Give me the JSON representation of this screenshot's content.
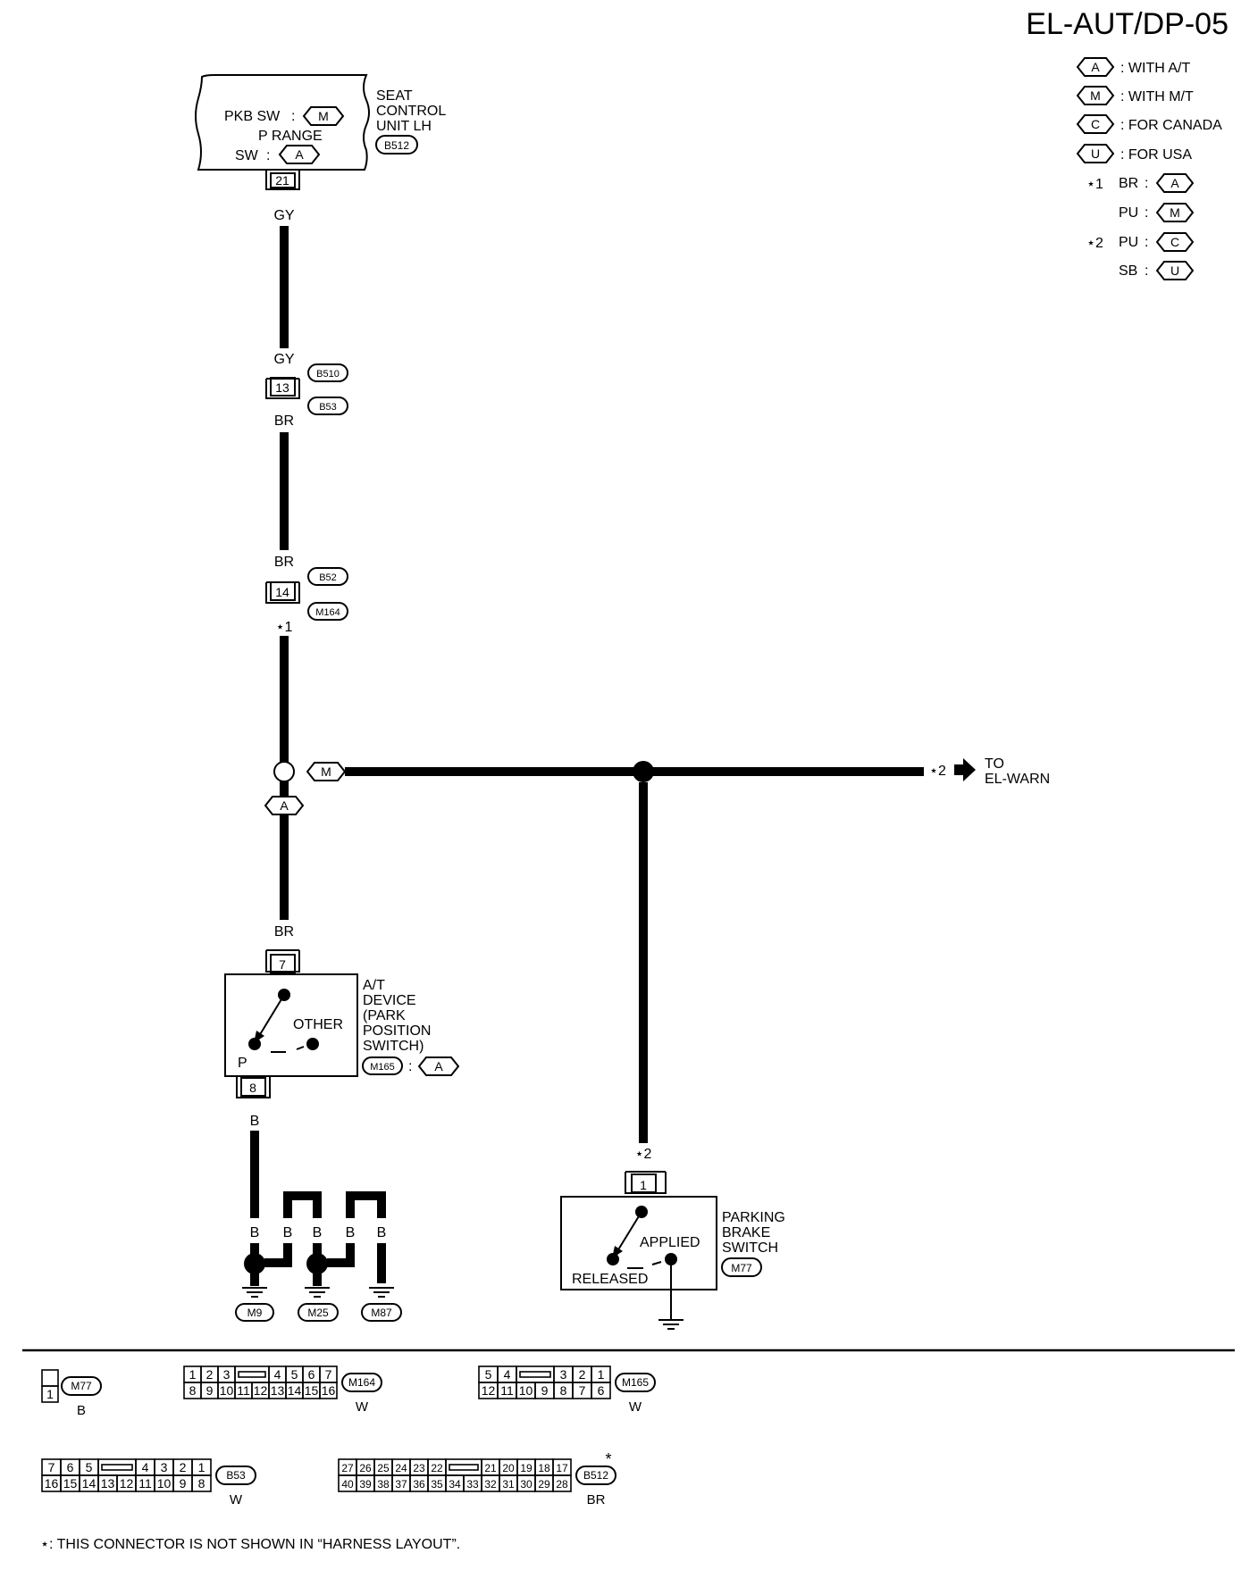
{
  "title": "EL-AUT/DP-05",
  "legend": [
    {
      "code": "A",
      "text": ": WITH A/T"
    },
    {
      "code": "M",
      "text": ": WITH M/T"
    },
    {
      "code": "C",
      "text": ": FOR CANADA"
    },
    {
      "code": "U",
      "text": ": FOR USA"
    }
  ],
  "star_notes": [
    {
      "star": "⋆1",
      "color": "BR",
      "code": "A"
    },
    {
      "star": "",
      "color": "PU",
      "code": "M"
    },
    {
      "star": "⋆2",
      "color": "PU",
      "code": "C"
    },
    {
      "star": "",
      "color": "SB",
      "code": "U"
    }
  ],
  "seat_unit": {
    "pkb_label": "PKB SW",
    "pkb_code": "M",
    "prange_label": "P RANGE",
    "sw_label": "SW",
    "sw_code": "A",
    "name_lines": [
      "SEAT",
      "CONTROL",
      "UNIT LH"
    ],
    "connector": "B512",
    "pin": "21"
  },
  "wire_colors": {
    "gy_top": "GY",
    "gy_bottom": "GY",
    "br_1": "BR",
    "br_2": "BR",
    "br_3": "BR",
    "b_top": "B",
    "b_ground": [
      "B",
      "B",
      "B",
      "B",
      "B"
    ]
  },
  "junction_1": {
    "pin": "13",
    "connectors": [
      "B510",
      "B53"
    ]
  },
  "junction_2": {
    "pin": "14",
    "connectors": [
      "B52",
      "M164"
    ]
  },
  "star1_label": "⋆1",
  "star2_label": "⋆2",
  "star2_bottom": "⋆2",
  "branch_m_code": "M",
  "branch_a_code": "A",
  "to_label": [
    "TO",
    "EL-WARN"
  ],
  "at_device": {
    "pin_top": "7",
    "pin_bottom": "8",
    "other_label": "OTHER",
    "p_label": "P",
    "name_lines": [
      "A/T",
      "DEVICE",
      "(PARK",
      "POSITION",
      "SWITCH)"
    ],
    "connector": "M165",
    "code": "A"
  },
  "grounds": [
    "M9",
    "M25",
    "M87"
  ],
  "parking_switch": {
    "pin": "1",
    "applied_label": "APPLIED",
    "released_label": "RELEASED",
    "name_lines": [
      "PARKING",
      "BRAKE",
      "SWITCH"
    ],
    "connector": "M77"
  },
  "connectors": {
    "m77": {
      "name": "M77",
      "color": "B",
      "pins": [
        "1"
      ]
    },
    "m164": {
      "name": "M164",
      "color": "W",
      "top": [
        "1",
        "2",
        "3",
        "",
        "4",
        "5",
        "6",
        "7"
      ],
      "bottom": [
        "8",
        "9",
        "10",
        "11",
        "12",
        "13",
        "14",
        "15",
        "16"
      ]
    },
    "m165": {
      "name": "M165",
      "color": "W",
      "top": [
        "5",
        "4",
        "",
        "3",
        "2",
        "1"
      ],
      "bottom": [
        "12",
        "11",
        "10",
        "9",
        "8",
        "7",
        "6"
      ]
    },
    "b53": {
      "name": "B53",
      "color": "W",
      "top": [
        "7",
        "6",
        "5",
        "",
        "4",
        "3",
        "2",
        "1"
      ],
      "bottom": [
        "16",
        "15",
        "14",
        "13",
        "12",
        "11",
        "10",
        "9",
        "8"
      ]
    },
    "b512": {
      "name": "B512",
      "color": "BR",
      "star": "*",
      "top": [
        "27",
        "26",
        "25",
        "24",
        "23",
        "22",
        "",
        "21",
        "20",
        "19",
        "18",
        "17"
      ],
      "bottom": [
        "40",
        "39",
        "38",
        "37",
        "36",
        "35",
        "34",
        "33",
        "32",
        "31",
        "30",
        "29",
        "28"
      ]
    }
  },
  "footnote": "⋆: THIS CONNECTOR IS NOT SHOWN IN “HARNESS LAYOUT”."
}
